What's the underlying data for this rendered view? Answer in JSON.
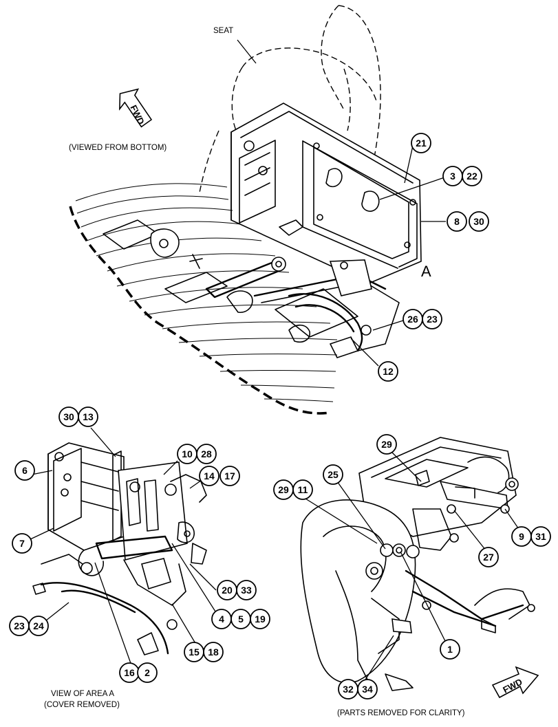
{
  "labels": {
    "seat": "SEAT",
    "fwd_top": "FWD",
    "viewed_from_bottom": "(VIEWED FROM BOTTOM)",
    "area_a": "A",
    "view_of_area_a_line1": "VIEW OF AREA  A",
    "view_of_area_a_line2": "(COVER REMOVED)",
    "parts_removed": "(PARTS REMOVED FOR CLARITY)",
    "fwd_bottom": "FWD"
  },
  "callouts": {
    "c21": "21",
    "c3": "3",
    "c22": "22",
    "c8": "8",
    "c30a": "30",
    "c26": "26",
    "c23a": "23",
    "c12": "12",
    "c30b": "30",
    "c13": "13",
    "c10": "10",
    "c28": "28",
    "c14": "14",
    "c17": "17",
    "c6": "6",
    "c7": "7",
    "c20": "20",
    "c33": "33",
    "c4": "4",
    "c5": "5",
    "c19": "19",
    "c23b": "23",
    "c24": "24",
    "c15": "15",
    "c18": "18",
    "c16": "16",
    "c2": "2",
    "c29a": "29",
    "c25": "25",
    "c29b": "29",
    "c11": "11",
    "c9": "9",
    "c31": "31",
    "c27": "27",
    "c1": "1",
    "c32": "32",
    "c34": "34"
  }
}
